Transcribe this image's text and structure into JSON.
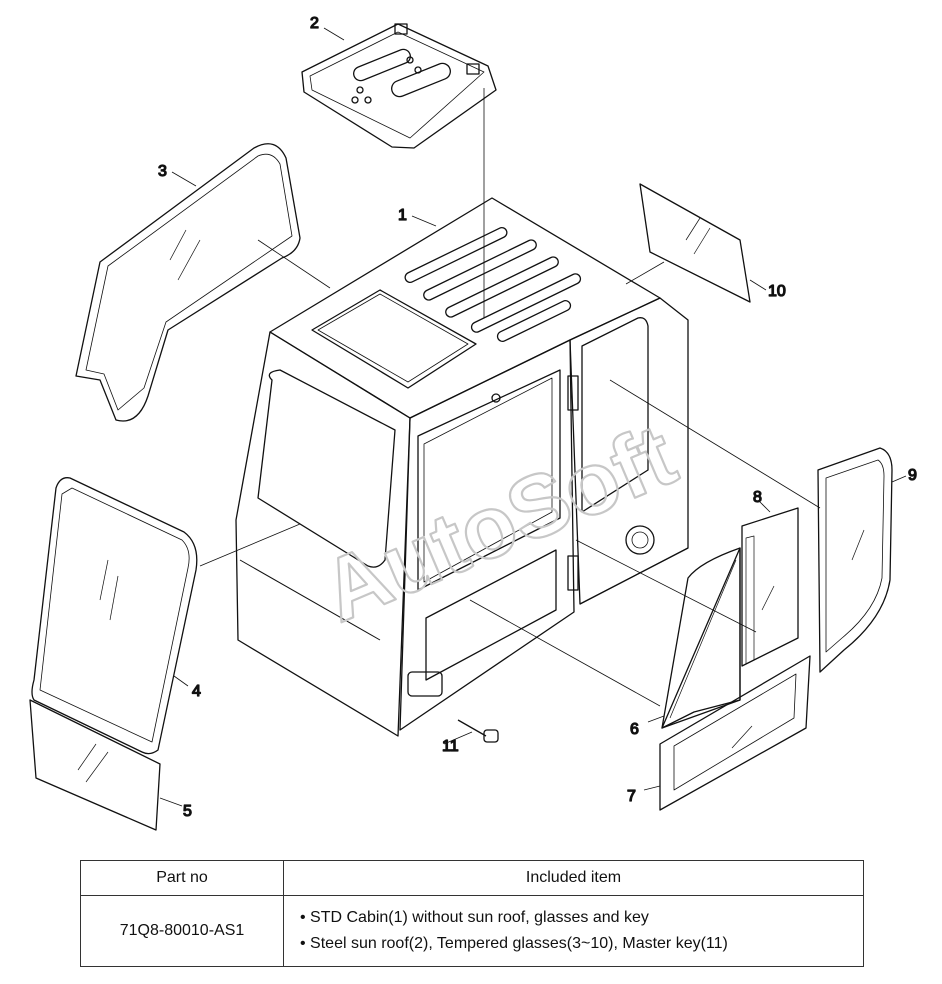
{
  "watermark": "AutoSoft",
  "callouts": [
    {
      "id": "callout-1",
      "label": "1"
    },
    {
      "id": "callout-2",
      "label": "2"
    },
    {
      "id": "callout-3",
      "label": "3"
    },
    {
      "id": "callout-4",
      "label": "4"
    },
    {
      "id": "callout-5",
      "label": "5"
    },
    {
      "id": "callout-6",
      "label": "6"
    },
    {
      "id": "callout-7",
      "label": "7"
    },
    {
      "id": "callout-8",
      "label": "8"
    },
    {
      "id": "callout-9",
      "label": "9"
    },
    {
      "id": "callout-10",
      "label": "10"
    },
    {
      "id": "callout-11",
      "label": "11"
    }
  ],
  "table": {
    "header_part": "Part no",
    "header_item": "Included item",
    "part_no": "71Q8-80010-AS1",
    "items": [
      "• STD Cabin(1) without sun roof, glasses and key",
      "• Steel sun roof(2), Tempered glasses(3~10), Master key(11)"
    ]
  }
}
